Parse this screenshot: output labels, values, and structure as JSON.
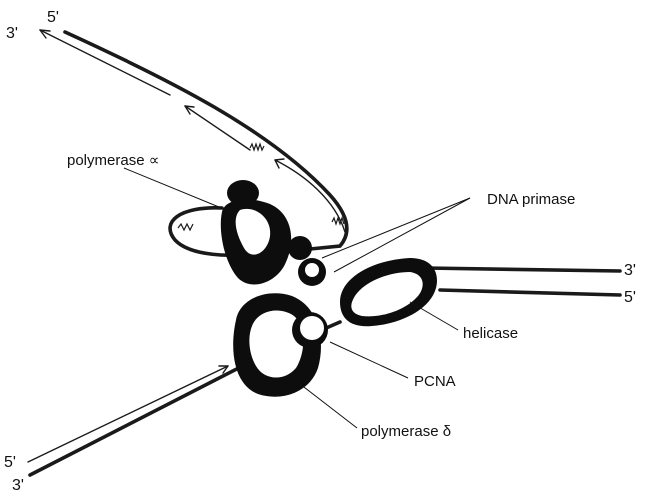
{
  "diagram": {
    "labels": {
      "polymerase_alpha": "polymerase ∝",
      "dna_primase": "DNA primase",
      "helicase": "helicase",
      "pcna": "PCNA",
      "polymerase_delta": "polymerase δ"
    },
    "ends": {
      "top_left_3": "3'",
      "top_left_5": "5'",
      "right_3": "3'",
      "right_5": "5'",
      "bottom_5": "5'",
      "bottom_3": "3'"
    }
  }
}
